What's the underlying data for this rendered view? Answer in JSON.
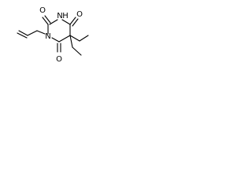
{
  "molecule": {
    "atoms": {
      "o_top": "O",
      "n_top": "N",
      "h_top": "H",
      "o_right": "O",
      "n_left": "N",
      "o_bottom": "O"
    }
  },
  "colors": {
    "line": "#000000",
    "background": "#ffffff"
  }
}
